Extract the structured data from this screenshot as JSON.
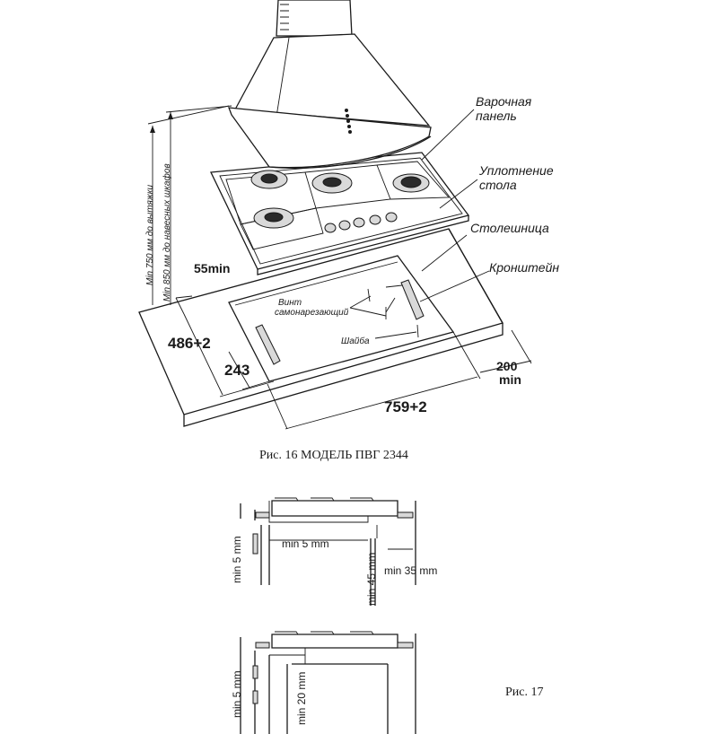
{
  "labels": {
    "hob_panel_l1": "Варочная",
    "hob_panel_l2": "панель",
    "seal_l1": "Уплотнение",
    "seal_l2": "стола",
    "countertop": "Столешница",
    "bracket": "Кронштейн",
    "screw_l1": "Винт",
    "screw_l2": "самонарезающий",
    "washer": "Шайба",
    "hood_min": "Min 750 мм до вытяжки",
    "cabinet_min": "Min 850 мм до навесных шкафов"
  },
  "dimensions": {
    "d55": "55min",
    "d486": "486+2",
    "d243": "243",
    "d759": "759+2",
    "d200": "200",
    "d200_min": "min"
  },
  "captions": {
    "fig16": "Рис. 16  МОДЕЛЬ ПВГ 2344",
    "fig17": "Рис. 17"
  },
  "section_top": {
    "left_min": "min 5 mm",
    "gap_min": "min 5 mm",
    "depth_min": "min 45 mm",
    "wall_min": "min 35 mm"
  },
  "section_bottom": {
    "left_min": "min 5 mm",
    "depth_min": "min 20 mm"
  }
}
